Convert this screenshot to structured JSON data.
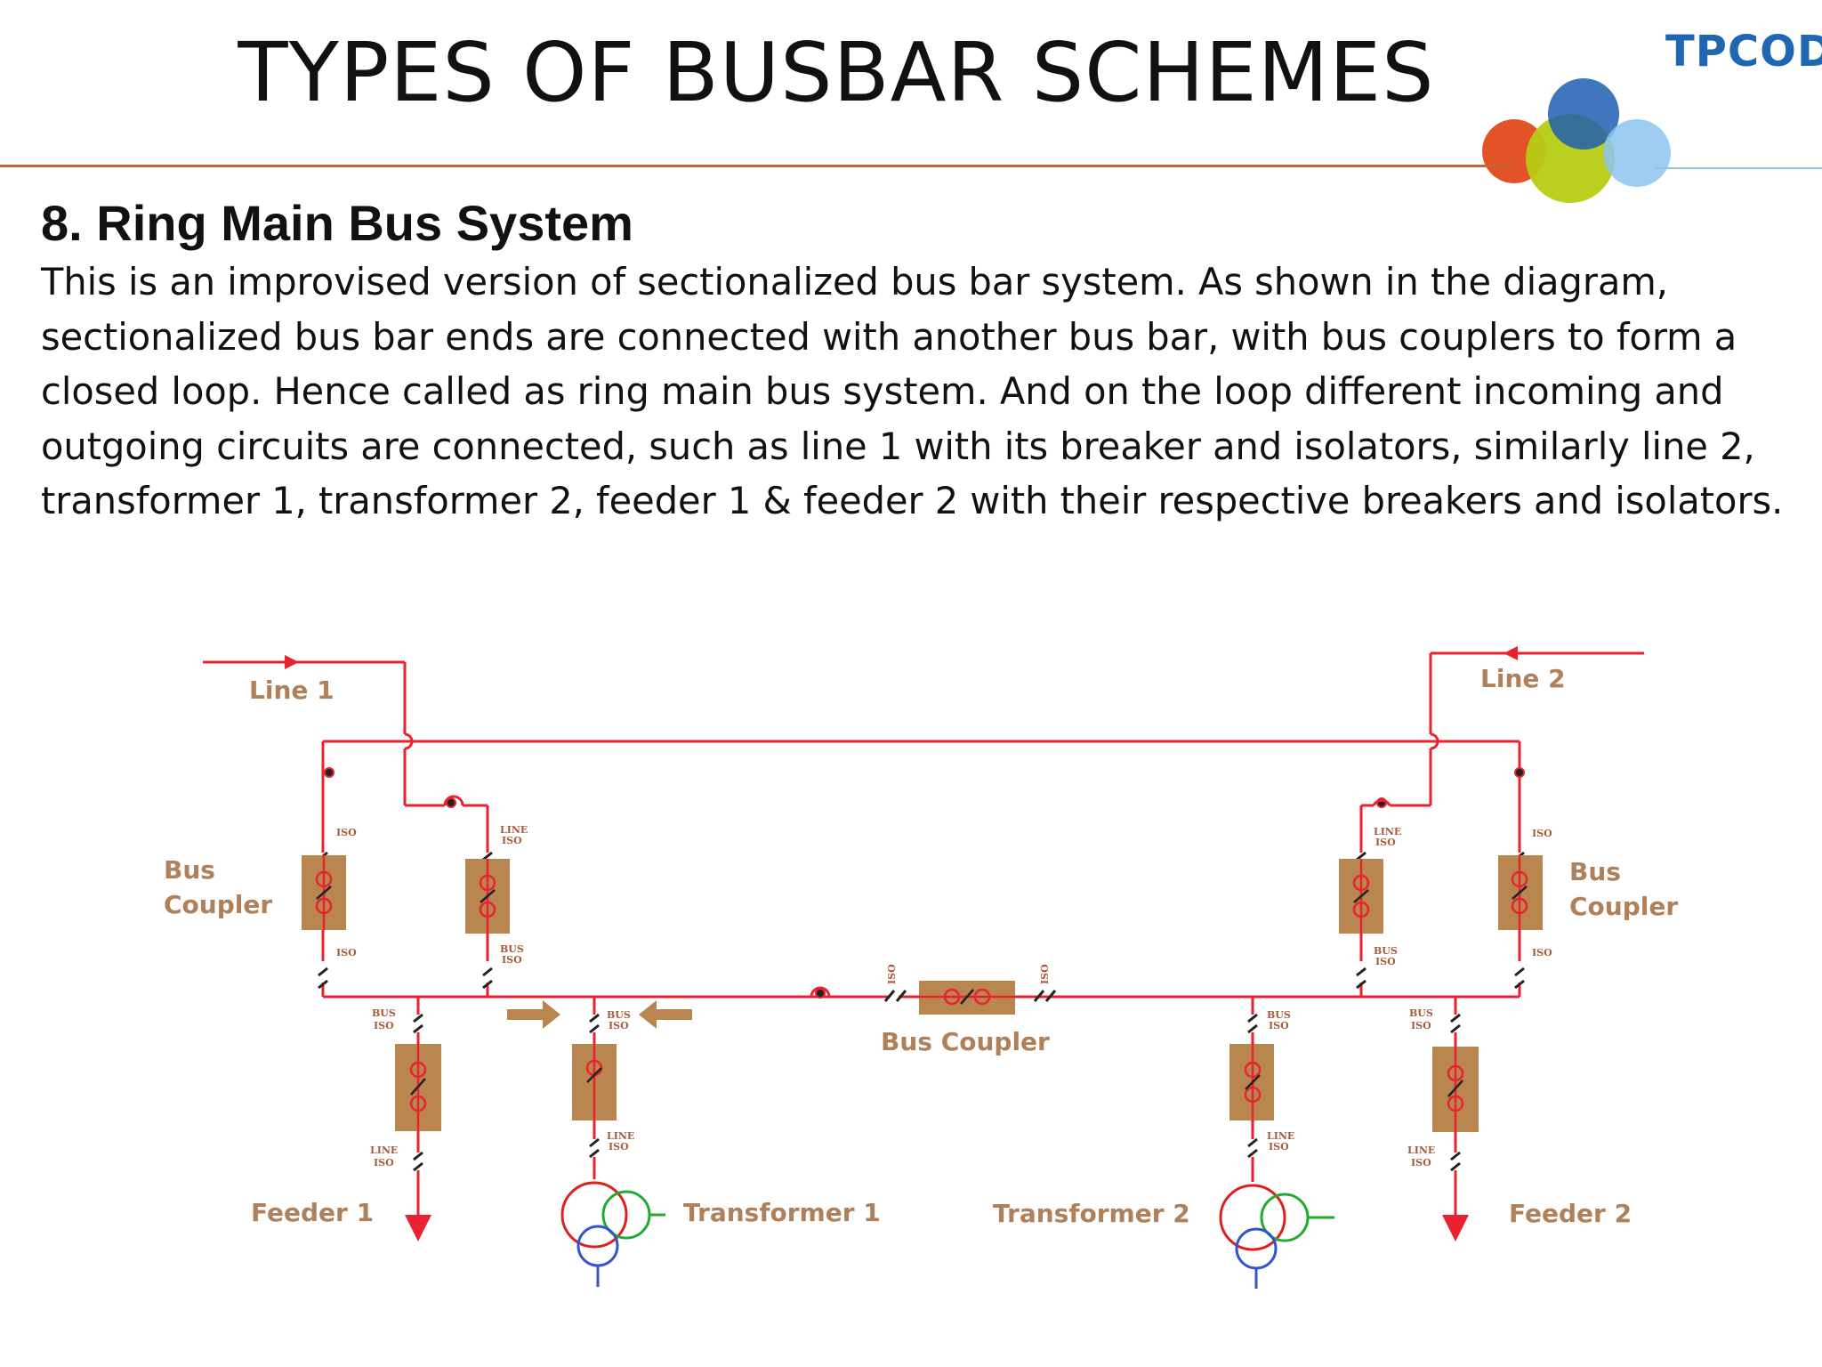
{
  "header": {
    "title": "TYPES OF BUSBAR SCHEMES",
    "logo_text": "TPCODL"
  },
  "section": {
    "heading": "8. Ring Main Bus System",
    "paragraph_lines": [
      "This is an improvised version of sectionalized bus bar system. As shown in the diagram,",
      "sectionalized bus bar ends are connected with another bus bar, with bus couplers to form a",
      "closed loop. Hence called as ring main bus system. And on the loop different incoming and",
      "outgoing circuits are connected, such as line 1 with its breaker and isolators, similarly line 2,",
      "transformer 1, transformer 2, feeder 1 & feeder 2 with their respective breakers and isolators."
    ]
  },
  "diagram": {
    "labels": {
      "line1": "Line 1",
      "line2": "Line 2",
      "bus_coupler_left_1": "Bus",
      "bus_coupler_left_2": "Coupler",
      "bus_coupler_right_1": "Bus",
      "bus_coupler_right_2": "Coupler",
      "bus_coupler_center": "Bus Coupler",
      "feeder1": "Feeder 1",
      "feeder2": "Feeder 2",
      "transformer1": "Transformer 1",
      "transformer2": "Transformer 2"
    },
    "small_labels": {
      "iso": "ISO",
      "line": "LINE",
      "bus": "BUS"
    },
    "colors": {
      "bus_line": "#e8232f",
      "breaker_box": "#b8864e",
      "label": "#b0805a",
      "transformer_red": "#e02020",
      "transformer_green": "#22aa33",
      "transformer_blue": "#3355cc"
    }
  }
}
